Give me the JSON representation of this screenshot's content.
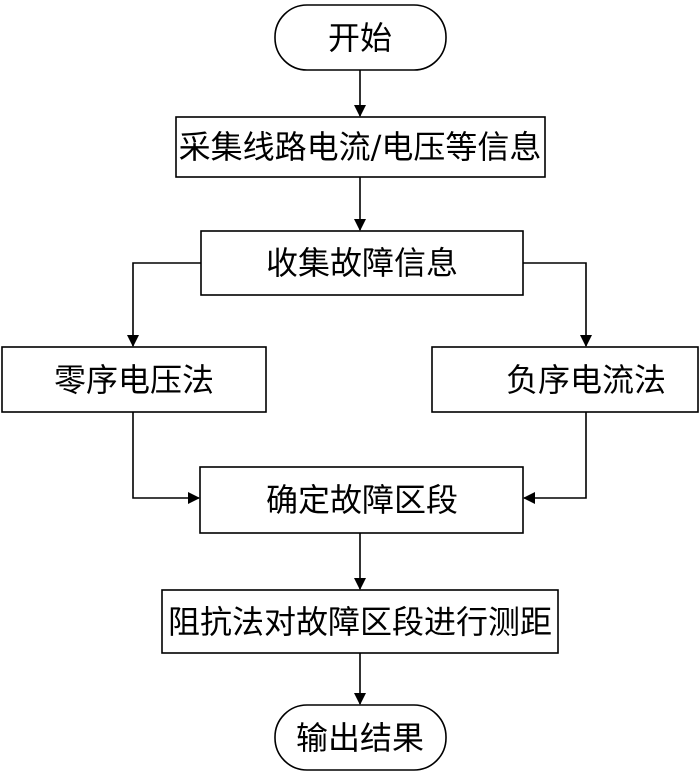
{
  "nodes": {
    "start": "开始",
    "collect_line": "采集线路电流/电压等信息",
    "collect_fault": "收集故障信息",
    "zero_seq": "零序电压法",
    "neg_seq": "负序电流法",
    "locate_section": "确定故障区段",
    "impedance": "阻抗法对故障区段进行测距",
    "end": "输出结果"
  },
  "colors": {
    "stroke": "#000000",
    "fill": "#ffffff"
  }
}
